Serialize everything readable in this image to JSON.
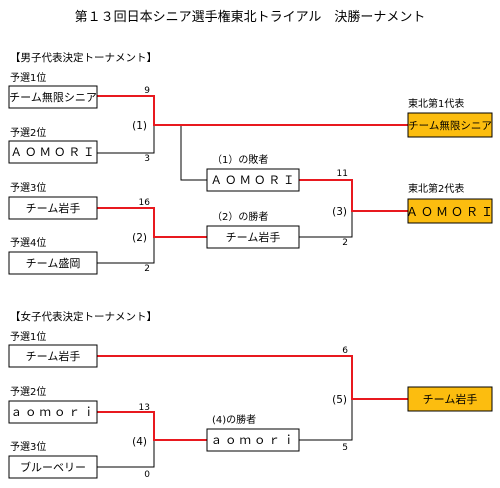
{
  "title": "第１３回日本シニア選手権東北トライアル　決勝ーナメント",
  "colors": {
    "win_line": "#e8191f",
    "win_box": "#fcbd0f",
    "line": "#000000"
  },
  "men": {
    "section": "【男子代表決定トーナメント】",
    "seeds": [
      {
        "label": "予選1位",
        "team": "チーム無限シニア"
      },
      {
        "label": "予選2位",
        "team": "ＡＯＭＯＲＩ"
      },
      {
        "label": "予選3位",
        "team": "チーム岩手"
      },
      {
        "label": "予選4位",
        "team": "チーム盛岡"
      }
    ],
    "match1": {
      "label": "(1)",
      "score_top": "9",
      "score_bottom": "3"
    },
    "match2": {
      "label": "(2)",
      "score_top": "16",
      "score_bottom": "2"
    },
    "match3": {
      "label": "(3)",
      "score_top": "11",
      "score_bottom": "2"
    },
    "loser1": {
      "label": "（1）の敗者",
      "team": "ＡＯＭＯＲＩ"
    },
    "winner2": {
      "label": "（2）の勝者",
      "team": "チーム岩手"
    },
    "rep1": {
      "label": "東北第1代表",
      "team": "チーム無限シニア"
    },
    "rep2": {
      "label": "東北第2代表",
      "team": "ＡＯＭＯＲＩ"
    }
  },
  "women": {
    "section": "【女子代表決定トーナメント】",
    "seeds": [
      {
        "label": "予選1位",
        "team": "チーム岩手"
      },
      {
        "label": "予選2位",
        "team": "ａｏｍｏｒｉ"
      },
      {
        "label": "予選3位",
        "team": "ブルーベリー"
      }
    ],
    "match4": {
      "label": "(4)",
      "score_top": "13",
      "score_bottom": "0"
    },
    "match5": {
      "label": "(5)",
      "score_top": "6",
      "score_bottom": "5"
    },
    "winner4": {
      "label": "(4)の勝者",
      "team": "ａｏｍｏｒｉ"
    },
    "rep": {
      "team": "チーム岩手"
    }
  }
}
